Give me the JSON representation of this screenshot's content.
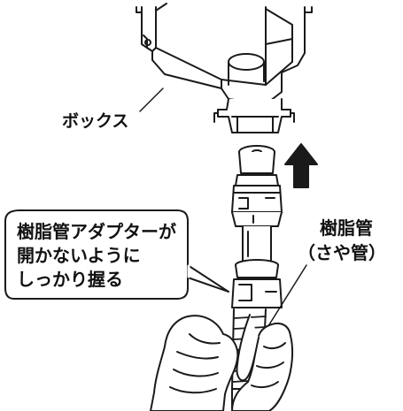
{
  "labels": {
    "box": "ボックス",
    "pipe_line1": "樹脂管",
    "pipe_line2": "（さや管）",
    "callout_line1": "樹脂管アダプターが",
    "callout_line2": "開かないように",
    "callout_line3": "しっかり握る"
  },
  "arrow_direction": "up",
  "colors": {
    "line": "#1a1a1a",
    "fill": "#ffffff",
    "background": "#ffffff"
  }
}
